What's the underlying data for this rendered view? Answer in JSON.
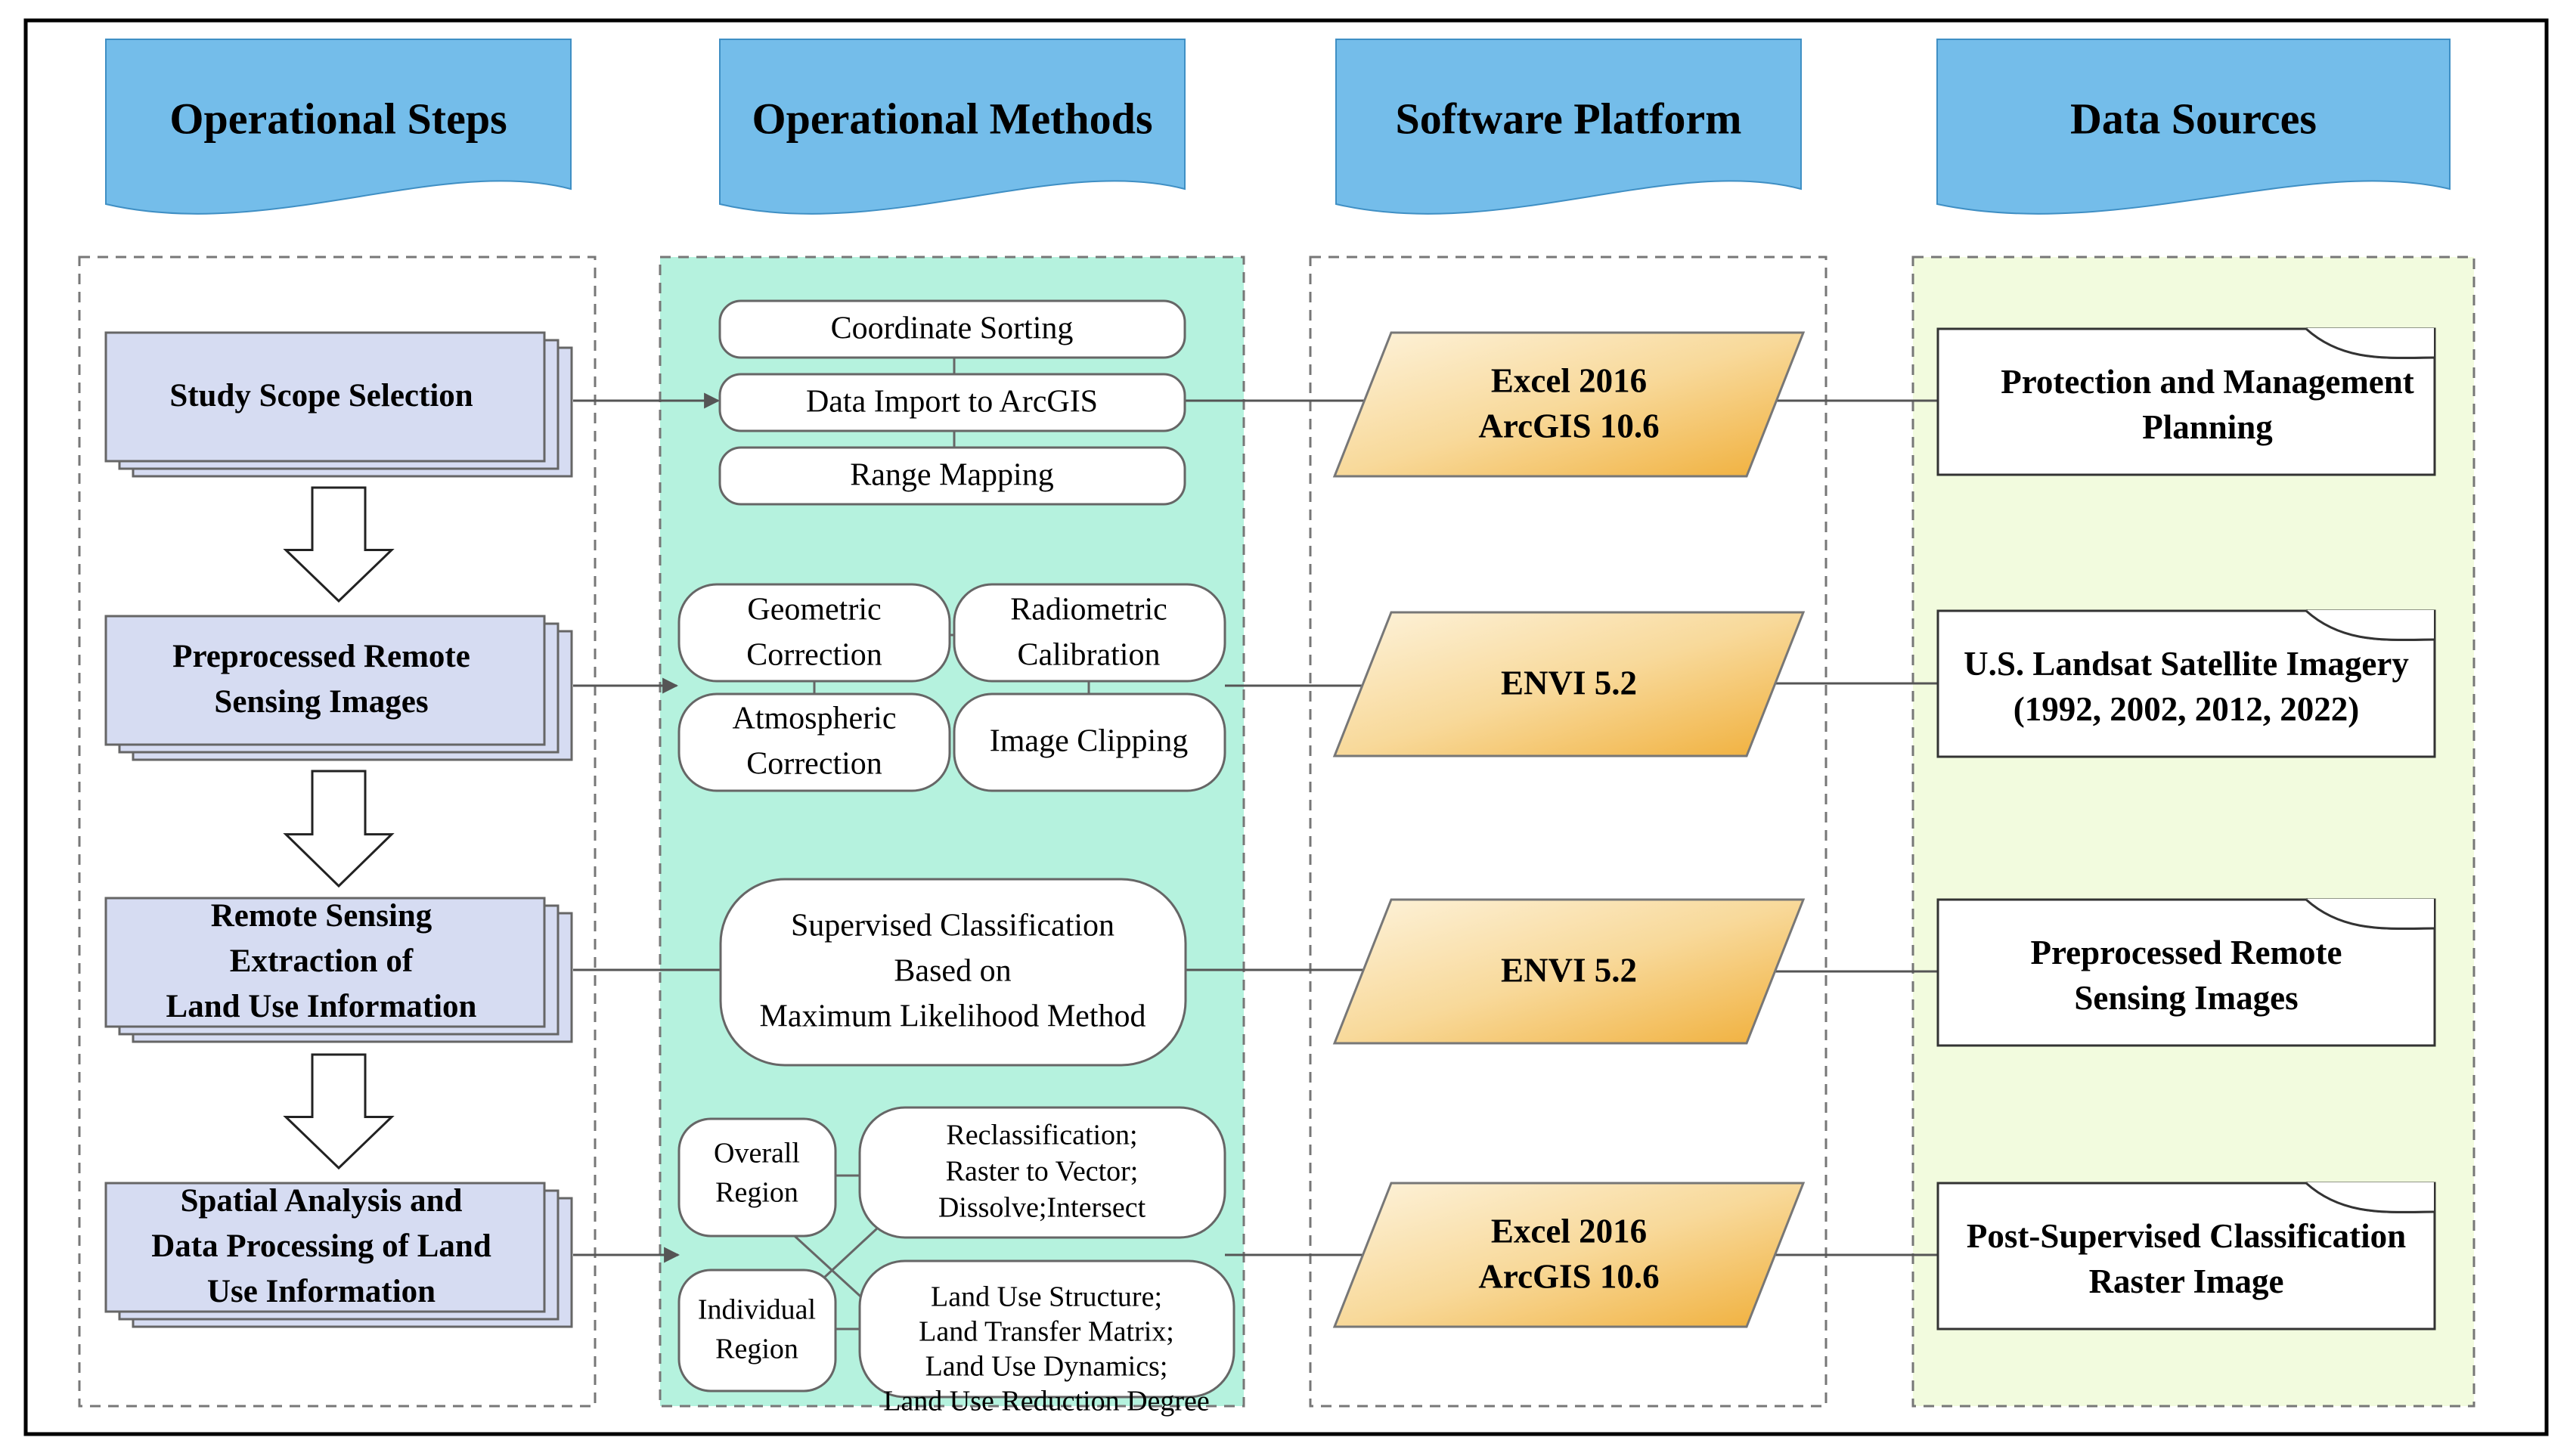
{
  "headers": [
    "Operational Steps",
    "Operational Methods",
    "Software Platform",
    "Data Sources"
  ],
  "steps": [
    [
      "Study Scope Selection"
    ],
    [
      "Preprocessed Remote",
      "Sensing Images"
    ],
    [
      "Remote Sensing",
      "Extraction of",
      "Land Use Information"
    ],
    [
      "Spatial Analysis and",
      "Data Processing of Land",
      "Use Information"
    ]
  ],
  "methods": {
    "group1": [
      "Coordinate Sorting",
      "Data Import to ArcGIS",
      "Range Mapping"
    ],
    "group2": {
      "geometric": [
        "Geometric",
        "Correction"
      ],
      "radiometric": [
        "Radiometric",
        "Calibration"
      ],
      "atmospheric": [
        "Atmospheric",
        "Correction"
      ],
      "clipping": [
        "Image Clipping"
      ]
    },
    "group3": [
      "Supervised Classification",
      "Based on",
      "Maximum Likelihood Method"
    ],
    "group4": {
      "overall": [
        "Overall",
        "Region"
      ],
      "individual": [
        "Individual",
        "Region"
      ],
      "reclass": [
        "Reclassification;",
        "Raster to Vector;",
        "Dissolve;Intersect"
      ],
      "structure": [
        "Land Use Structure;",
        "Land Transfer Matrix;",
        "Land Use Dynamics;",
        "Land Use Reduction Degree"
      ]
    }
  },
  "software": [
    [
      "Excel 2016",
      "ArcGIS 10.6"
    ],
    [
      "ENVI 5.2"
    ],
    [
      "ENVI 5.2"
    ],
    [
      "Excel 2016",
      "ArcGIS 10.6"
    ]
  ],
  "sources": [
    [
      "Protection and Management",
      "Planning"
    ],
    [
      "U.S. Landsat Satellite Imagery",
      "(1992, 2002, 2012, 2022)"
    ],
    [
      "Preprocessed Remote",
      "Sensing Images"
    ],
    [
      "Post-Supervised Classification",
      "Raster Image"
    ]
  ],
  "colors": {
    "header_fill": "#74BDEA",
    "step_fill": "#D6DCF2",
    "methods_bg": "#B5F2DE",
    "sources_bg": "#F2FBDE",
    "software_light": "#FDF3DC",
    "software_dark": "#F0AE38"
  }
}
